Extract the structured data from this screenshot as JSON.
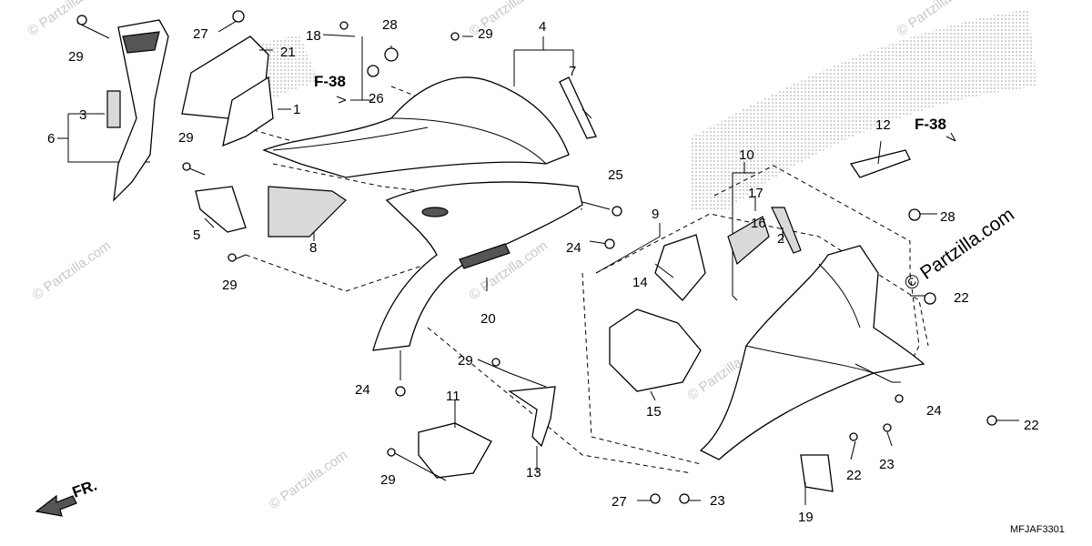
{
  "diagram": {
    "code": "MFJAF3301",
    "direction_label": "FR.",
    "references": [
      "F-38",
      "F-38"
    ],
    "watermarks": [
      "© Partzilla.com",
      "© Partzilla.com",
      "© Partzilla.com",
      "© Partzilla.com",
      "© Partzilla.com",
      "© Partzilla.com",
      "© Partzilla.com"
    ],
    "watermark_main": "© Partzilla.com",
    "callouts": [
      {
        "id": "c29a",
        "num": "29"
      },
      {
        "id": "c27a",
        "num": "27"
      },
      {
        "id": "c21",
        "num": "21"
      },
      {
        "id": "c18",
        "num": "18"
      },
      {
        "id": "c28a",
        "num": "28"
      },
      {
        "id": "c29b",
        "num": "29"
      },
      {
        "id": "c4",
        "num": "4"
      },
      {
        "id": "c7",
        "num": "7"
      },
      {
        "id": "c26",
        "num": "26"
      },
      {
        "id": "c3",
        "num": "3"
      },
      {
        "id": "c6",
        "num": "6"
      },
      {
        "id": "c1",
        "num": "1"
      },
      {
        "id": "c29c",
        "num": "29"
      },
      {
        "id": "c5",
        "num": "5"
      },
      {
        "id": "c8",
        "num": "8"
      },
      {
        "id": "c29d",
        "num": "29"
      },
      {
        "id": "c25",
        "num": "25"
      },
      {
        "id": "c24a",
        "num": "24"
      },
      {
        "id": "c20",
        "num": "20"
      },
      {
        "id": "c10",
        "num": "10"
      },
      {
        "id": "c12",
        "num": "12"
      },
      {
        "id": "c9",
        "num": "9"
      },
      {
        "id": "c17",
        "num": "17"
      },
      {
        "id": "c16",
        "num": "16"
      },
      {
        "id": "c2",
        "num": "2"
      },
      {
        "id": "c28b",
        "num": "28"
      },
      {
        "id": "c14",
        "num": "14"
      },
      {
        "id": "c22a",
        "num": "22"
      },
      {
        "id": "c15",
        "num": "15"
      },
      {
        "id": "c29e",
        "num": "29"
      },
      {
        "id": "c24b",
        "num": "24"
      },
      {
        "id": "c11",
        "num": "11"
      },
      {
        "id": "c13",
        "num": "13"
      },
      {
        "id": "c29f",
        "num": "29"
      },
      {
        "id": "c24c",
        "num": "24"
      },
      {
        "id": "c22b",
        "num": "22"
      },
      {
        "id": "c23a",
        "num": "23"
      },
      {
        "id": "c22c",
        "num": "22"
      },
      {
        "id": "c23b",
        "num": "23"
      },
      {
        "id": "c27b",
        "num": "27"
      },
      {
        "id": "c19",
        "num": "19"
      }
    ]
  }
}
